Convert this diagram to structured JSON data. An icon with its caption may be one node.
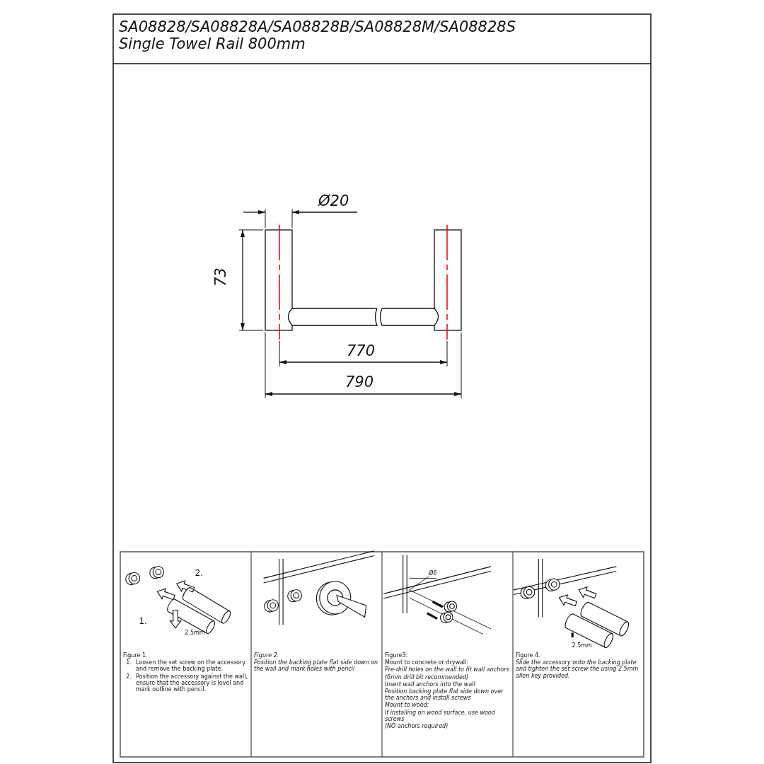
{
  "diagram": {
    "labels": [
      "SA08828/SA08828A/SA08828B/SA08828M/SA08828S",
      "Single Towel Rail 800mm",
      "Ø20",
      "73",
      "770",
      "790",
      "2.",
      "1.",
      "2.5mm",
      "Figure 1.",
      "1.",
      "Loosen the set screw on the accessory and remove the backing plate.",
      "2.",
      "Position the accessory against the wall, ensure that the accessory is level and mark outline with pencil.",
      "Figure 2.",
      "Position the backing plate flat side down on the wall and mark holes with pencil",
      "Ø6",
      "Figure3:",
      "Mount to concrete or drywall:",
      "Pre-drill holes on the wall to fit wall anchors",
      "(6mm drill bit recommended)",
      "Insert wall anchors into the wall",
      "Position backing plate flat side down over the anchors and install screws",
      "Mount to wood:",
      "If installing on wood surface, use wood screws",
      "(NO anchors required)",
      "2.5mm",
      "Figure 4.",
      "Slide the accessory onto the backing plate and tighten the set screw the using 2.5mm allen key provided."
    ]
  }
}
